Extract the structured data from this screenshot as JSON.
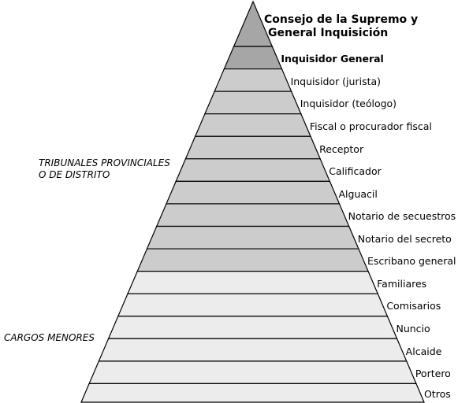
{
  "levels": [
    {
      "label": "Consejo de la Supremo y\nGeneral Inquisición",
      "tier": "top"
    },
    {
      "label": "Inquisidor General",
      "tier": "top"
    },
    {
      "label": "Inquisidor (jurista)",
      "tier": "mid"
    },
    {
      "label": "Inquisidor (teólogo)",
      "tier": "mid"
    },
    {
      "label": "Fiscal o procurador fiscal",
      "tier": "mid"
    },
    {
      "label": "Receptor",
      "tier": "mid"
    },
    {
      "label": "Calificador",
      "tier": "mid"
    },
    {
      "label": "Alguacil",
      "tier": "mid"
    },
    {
      "label": "Notario de secuestros",
      "tier": "mid"
    },
    {
      "label": "Notario del secreto",
      "tier": "mid"
    },
    {
      "label": "Escribano general",
      "tier": "mid"
    },
    {
      "label": "Familiares",
      "tier": "low"
    },
    {
      "label": "Comisarios",
      "tier": "low"
    },
    {
      "label": "Nuncio",
      "tier": "low"
    },
    {
      "label": "Alcaide",
      "tier": "low"
    },
    {
      "label": "Portero",
      "tier": "low"
    },
    {
      "label": "Otros",
      "tier": "low"
    }
  ],
  "groups": {
    "provincial": "TRIBUNALES PROVINCIALES\nO DE DISTRITO",
    "minor": "CARGOS MENORES"
  },
  "colors": {
    "top": "#a6a6a6",
    "mid": "#cccccc",
    "low": "#ececec",
    "stroke": "#000000"
  }
}
